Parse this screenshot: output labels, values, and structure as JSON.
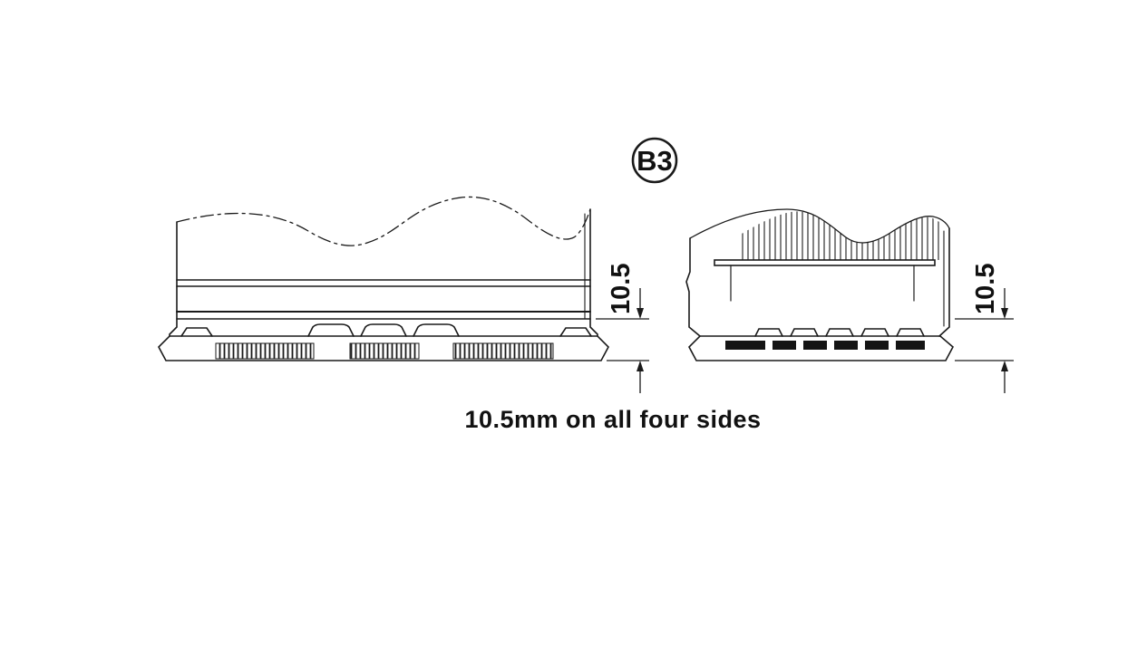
{
  "drawing": {
    "balloon_label": "B3",
    "caption": "10.5mm on all four sides",
    "dimension_left": "10.5",
    "dimension_right": "10.5",
    "line_color": "#1a1a1a",
    "background": "#ffffff"
  }
}
